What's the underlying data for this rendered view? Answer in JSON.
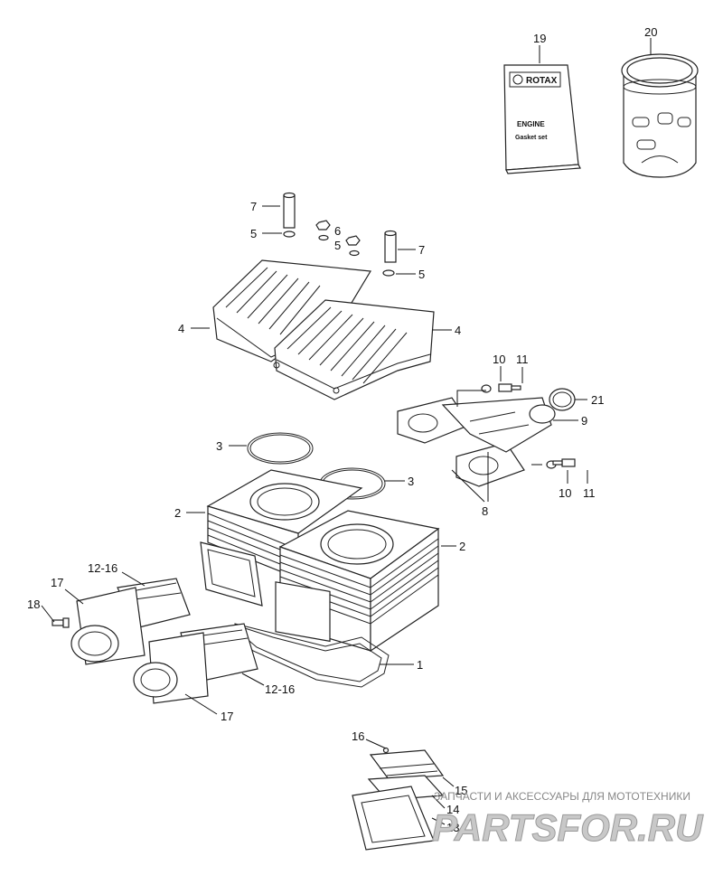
{
  "callouts": {
    "c1": "1",
    "c2a": "2",
    "c2b": "2",
    "c3a": "3",
    "c3b": "3",
    "c4a": "4",
    "c4b": "4",
    "c5a": "5",
    "c5b": "5",
    "c5c": "5",
    "c6": "6",
    "c7a": "7",
    "c7b": "7",
    "c8": "8",
    "c9": "9",
    "c10a": "10",
    "c10b": "10",
    "c11a": "11",
    "c11b": "11",
    "c12a": "12-16",
    "c12b": "12-16",
    "c13": "13",
    "c14": "14",
    "c15": "15",
    "c16": "16",
    "c17a": "17",
    "c17b": "17",
    "c18": "18",
    "c19": "19",
    "c20": "20",
    "c21": "21"
  },
  "gasket_set_label": {
    "brand": "ROTAX",
    "line1": "ENGINE",
    "line2": "Gasket set"
  },
  "watermark": {
    "tagline": "ЗАПЧАСТИ И АКСЕССУАРЫ ДЛЯ МОТОТЕХНИКИ",
    "logo": "PARTSFOR.RU"
  },
  "colors": {
    "line": "#222222",
    "watermark": "#9a9a9a"
  }
}
